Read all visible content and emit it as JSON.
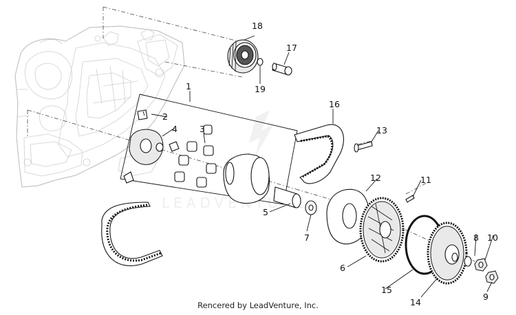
{
  "diagram": {
    "callouts": {
      "c1": "1",
      "c2": "2",
      "c3": "3",
      "c4": "4",
      "c5": "5",
      "c6": "6",
      "c7": "7",
      "c8": "8",
      "c9": "9",
      "c10": "10",
      "c11": "11",
      "c12": "12",
      "c13": "13",
      "c14": "14",
      "c15": "15",
      "c16": "16",
      "c17": "17",
      "c18": "18",
      "c19": "19"
    },
    "watermark": "LEADVENTURE"
  },
  "footer": {
    "credit": "Rencered by LeadVenture, Inc."
  },
  "colors": {
    "line": "#111111",
    "ghost": "#b9b9b9",
    "background": "#ffffff"
  }
}
